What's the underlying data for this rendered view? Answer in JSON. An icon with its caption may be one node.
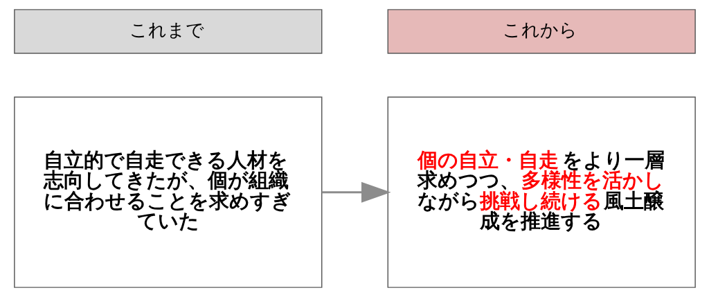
{
  "diagram": {
    "nodes": [
      {
        "text": [
          "これまで"
        ]
      },
      {
        "text": [
          "これから"
        ]
      },
      {
        "text": [
          "自立的で自走できる人材を志向してきたが、個が組織に合わせることを求めすぎていた"
        ]
      },
      {
        "text": [
          "**個の自立・自走**をより一層求めつつ、**多様性を活かし**ながら**挑戦し続ける**風土醸成を推進する"
        ]
      }
    ],
    "edges": [
      {
        "from": 2,
        "to": 3,
        "arrow": "to",
        "color": "#8c8c8c"
      }
    ]
  }
}
